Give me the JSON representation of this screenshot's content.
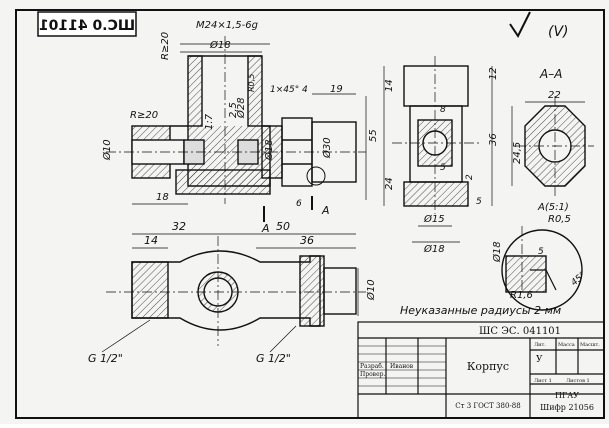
{
  "stamp": {
    "code_mirrored": "ШС.0 41101"
  },
  "check_mark": "(V)",
  "front_view": {
    "dims": {
      "thread": "M24×1,5-6g",
      "d18_top": "Ø18",
      "r20_top": "R≥20",
      "r20_left": "R≥20",
      "taper": "1:7",
      "d25": "2,5",
      "d28": "Ø28",
      "r05": "R0,5",
      "chamfer": "1×45°",
      "dim4": "4",
      "dim19": "19",
      "d10_left": "Ø10",
      "d18_mid": "Ø18",
      "d30": "Ø30",
      "dim55": "55",
      "dim18": "18",
      "dim6": "6",
      "section_a_1": "A",
      "section_a_2": "A"
    }
  },
  "side_view": {
    "dims": {
      "dim14": "14",
      "dim12": "12",
      "dim8": "8",
      "dim36": "36",
      "dim5a": "5",
      "dim24": "24",
      "dim2": "2",
      "dim5b": "5",
      "d15": "Ø15",
      "d18": "Ø18"
    }
  },
  "section_aa": {
    "title": "A–A",
    "dim22": "22",
    "dim245": "24,5"
  },
  "detail": {
    "label": "A(5:1)",
    "r05": "R0,5",
    "d18": "Ø18",
    "dim5": "5",
    "r16": "R1,6",
    "angle": "45°"
  },
  "bottom_view": {
    "dims": {
      "dim32": "32",
      "dim50": "50",
      "dim14": "14",
      "dim36": "36",
      "d10": "Ø10",
      "g_left": "G 1/2\"",
      "g_right": "G 1/2\""
    }
  },
  "note": "Неуказанные радиусы 2 мм",
  "title_block": {
    "code": "ШС ЭС. 041101",
    "name": "Корпус",
    "dev_label": "Разраб.",
    "check_label": "Провер.",
    "dev_name": "Иванов",
    "material": "Ст 3 ГОСТ 380-88",
    "col_lit": "Лит.",
    "col_mass": "Масса",
    "col_scale": "Масшт.",
    "lit_value": "У",
    "sheet_label": "Лист 1",
    "sheets_label": "Листов 1",
    "org": "ПГАУ",
    "cipher": "Шифр 21056"
  }
}
